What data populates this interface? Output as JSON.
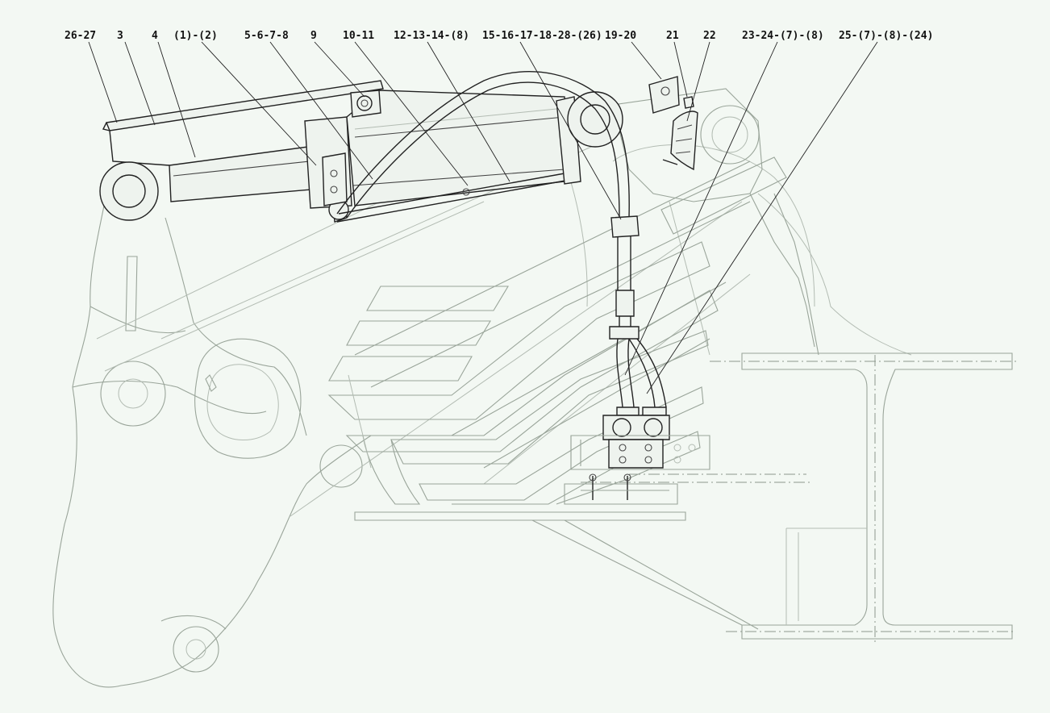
{
  "callouts": [
    {
      "id": "c1",
      "label": "26-27"
    },
    {
      "id": "c2",
      "label": "3"
    },
    {
      "id": "c3",
      "label": "4"
    },
    {
      "id": "c4",
      "label": "(1)-(2)"
    },
    {
      "id": "c5",
      "label": "5-6-7-8"
    },
    {
      "id": "c6",
      "label": "9"
    },
    {
      "id": "c7",
      "label": "10-11"
    },
    {
      "id": "c8",
      "label": "12-13-14-(8)"
    },
    {
      "id": "c9",
      "label": "15-16-17-18-28-(26)"
    },
    {
      "id": "c10",
      "label": "19-20"
    },
    {
      "id": "c11",
      "label": "21"
    },
    {
      "id": "c12",
      "label": "22"
    },
    {
      "id": "c13",
      "label": "23-24-(7)-(8)"
    },
    {
      "id": "c14",
      "label": "25-(7)-(8)-(24)"
    }
  ],
  "colors": {
    "background": "#f3f8f3",
    "part_outline": "#222222",
    "background_outline": "#9aa59a"
  }
}
